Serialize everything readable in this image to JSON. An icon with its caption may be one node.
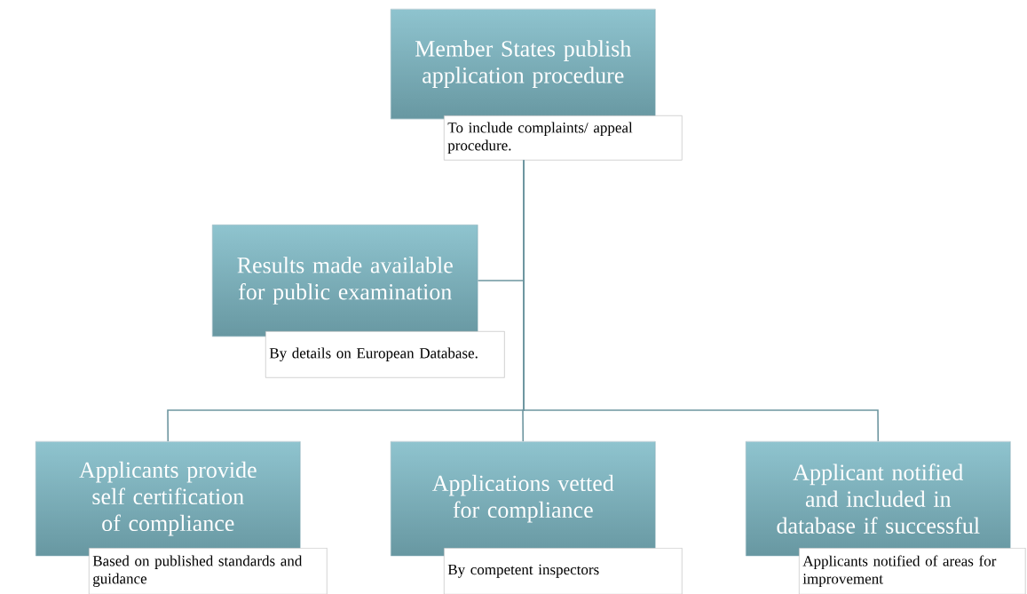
{
  "diagram": {
    "nodes": [
      {
        "text": [
          "Member States publish application procedure"
        ]
      },
      {
        "text": [
          "To include complaints/ appeal procedure."
        ]
      },
      {
        "text": [
          "Results made available for public examination"
        ]
      },
      {
        "text": [
          "By details on European Database."
        ]
      },
      {
        "text": [
          "Applicants provide self certification of compliance"
        ]
      },
      {
        "text": [
          "Based on  published standards and guidance"
        ]
      },
      {
        "text": [
          "Applications vetted for compliance"
        ]
      },
      {
        "text": [
          "By competent inspectors"
        ]
      },
      {
        "text": [
          "Applicant notified and included in database if successful"
        ]
      },
      {
        "text": [
          "Applicants notified of areas for improvement"
        ]
      }
    ],
    "edges": [
      {
        "from": 1,
        "to": 2,
        "arrow": "none"
      },
      {
        "from": 1,
        "to": 4,
        "arrow": "none"
      },
      {
        "from": 1,
        "to": 6,
        "arrow": "none"
      },
      {
        "from": 1,
        "to": 8,
        "arrow": "none"
      }
    ]
  }
}
